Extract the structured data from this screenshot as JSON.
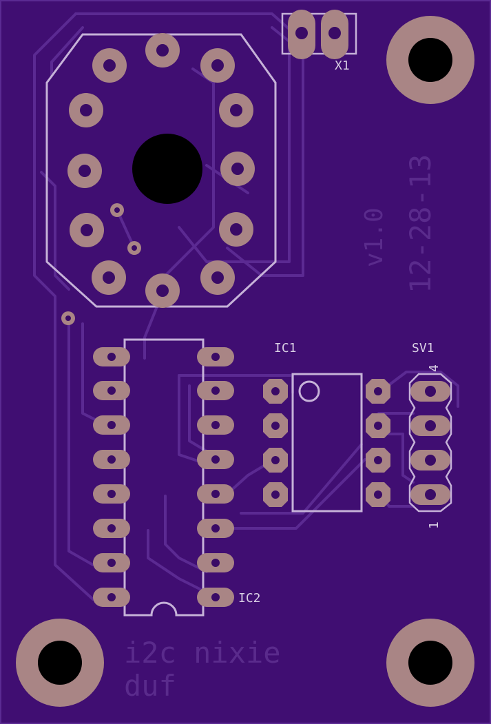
{
  "colors": {
    "board": "#400e72",
    "silkscreen": "#c6b2d8",
    "pad": "#a98585",
    "trace": "#5b2a92",
    "faint_text": "#5a2b8c"
  },
  "labels": {
    "x1": "X1",
    "ic1": "IC1",
    "ic2": "IC2",
    "sv1": "SV1",
    "sv1_pin_top": "4",
    "sv1_pin_bottom": "1"
  },
  "board_text": {
    "version": "v1.0",
    "date": "12-28-13",
    "title_line1": "i2c nixie",
    "title_line2": "duf"
  }
}
